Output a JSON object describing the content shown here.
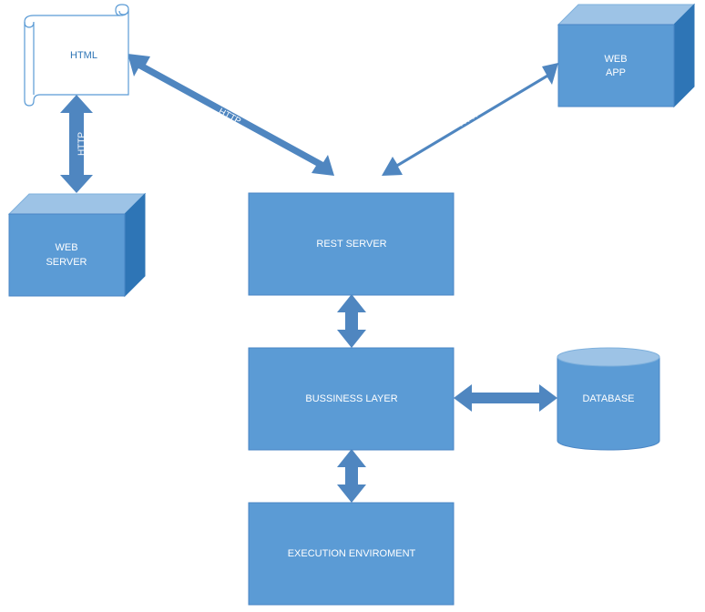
{
  "nodes": {
    "html_doc": {
      "label": "HTML"
    },
    "web_server": {
      "label_line1": "WEB",
      "label_line2": "SERVER"
    },
    "web_app": {
      "label_line1": "WEB",
      "label_line2": "APP"
    },
    "rest_server": {
      "label": "REST SERVER"
    },
    "business_layer": {
      "label": "BUSSINESS LAYER"
    },
    "database": {
      "label": "DATABASE"
    },
    "execution_env": {
      "label": "EXECUTION ENVIROMENT"
    }
  },
  "edges": {
    "html_webserver": {
      "label": "HTTP"
    },
    "html_rest": {
      "label": "HTTP"
    },
    "webapp_rest": {
      "label": "HTTP"
    }
  },
  "colors": {
    "box_fill": "#5b9bd5",
    "box_stroke": "#4a86c5",
    "cube_top": "#9dc3e6",
    "cube_side": "#2e75b6",
    "arrow": "#4f86c0",
    "scroll_stroke": "#5b9bd5",
    "scroll_text": "#2e75b6"
  }
}
